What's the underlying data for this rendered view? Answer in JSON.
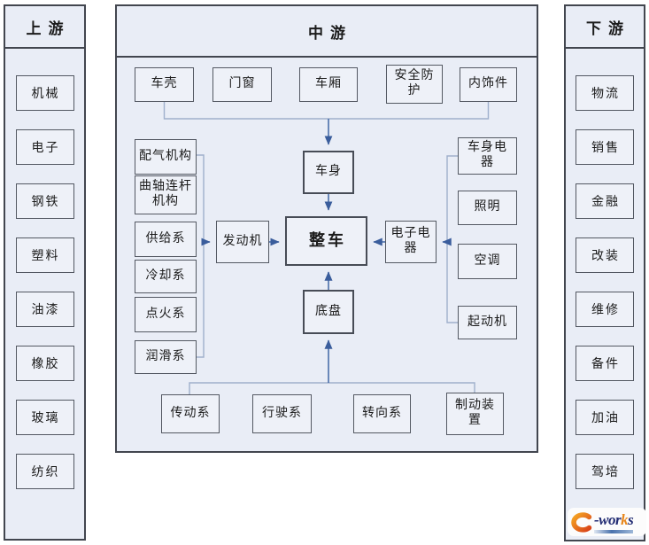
{
  "upstream": {
    "title": "上游",
    "items": [
      "机械",
      "电子",
      "钢铁",
      "塑料",
      "油漆",
      "橡胶",
      "玻璃",
      "纺织"
    ]
  },
  "midstream": {
    "title": "中游",
    "top_row": [
      "车壳",
      "门窗",
      "车厢",
      "安全防护",
      "内饰件"
    ],
    "hubs": {
      "body": "车身",
      "vehicle": "整车",
      "engine": "发动机",
      "electronics": "电子电器",
      "chassis": "底盘"
    },
    "engine_systems": [
      "配气机构",
      "曲轴连杆机构",
      "供给系",
      "冷却系",
      "点火系",
      "润滑系"
    ],
    "electric_parts": [
      "车身电器",
      "照明",
      "空调",
      "起动机"
    ],
    "chassis_parts": [
      "传动系",
      "行驶系",
      "转向系",
      "制动装置"
    ]
  },
  "downstream": {
    "title": "下游",
    "items": [
      "物流",
      "销售",
      "金融",
      "改装",
      "维修",
      "备件",
      "加油",
      "驾培"
    ]
  },
  "logo": {
    "wor": "-wor",
    "k": "k",
    "s": "s"
  },
  "colors": {
    "panel_fill": "#e9edf6",
    "box_fill": "#eef1f8",
    "border_dark": "#42464f",
    "box_border": "#535862",
    "connector_light": "#9fb0cc",
    "arrow_blue": "#4067a5",
    "logo_orange": "#e8881e",
    "logo_navy": "#232d74"
  }
}
